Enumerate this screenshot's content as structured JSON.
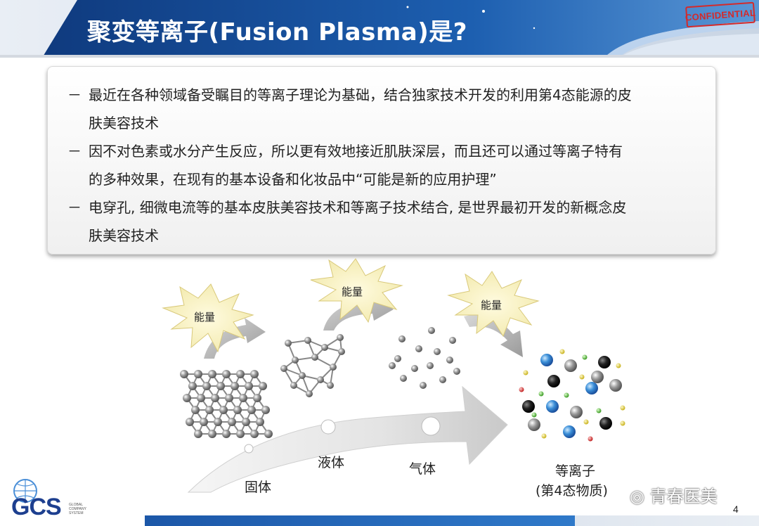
{
  "header": {
    "title": "聚变等离子(Fusion Plasma)是?",
    "stamp": "CONFIDENTIAL"
  },
  "bullets": [
    {
      "dash": "－",
      "line1": "最近在各种领域备受瞩目的等离子理论为基础，结合独家技术开发的利用第4态能源的皮",
      "line2": "肤美容技术"
    },
    {
      "dash": "－",
      "line1": "因不对色素或水分产生反应，所以更有效地接近肌肤深层，而且还可以通过等离子特有",
      "line2": "的多种效果，在现有的基本设备和化妆品中“可能是新的应用护理”"
    },
    {
      "dash": "－",
      "line1": "电穿孔, 细微电流等的基本皮肤美容技术和等离子技术结合, 是世界最初开发的新概念皮",
      "line2": "肤美容技术"
    }
  ],
  "diagram": {
    "energy_label": "能量",
    "states": {
      "solid": "固体",
      "liquid": "液体",
      "gas": "气体",
      "plasma_line1": "等离子",
      "plasma_line2": "(第4态物质)"
    }
  },
  "footer": {
    "logo": "GCS",
    "logo_sub": "GLOBAL COMPANY SYSTEM",
    "wechat": "青春医美",
    "page": "4"
  },
  "colors": {
    "header_blue": "#1a4f9c",
    "accent_blue": "#2f79c9",
    "stamp_red": "#d42a2a"
  }
}
